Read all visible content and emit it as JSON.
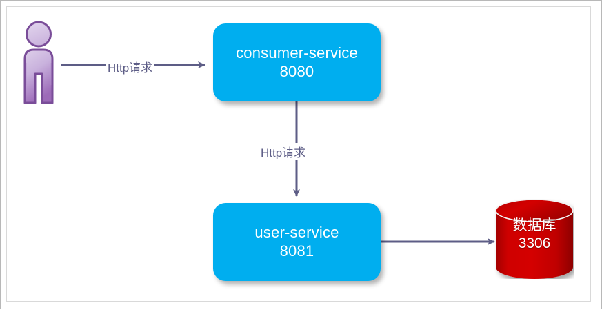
{
  "diagram": {
    "title": "microservice-call-flow",
    "background": "#ffffff",
    "frame_border_color": "#d9d9d9",
    "outer_border_color": "#b8b8b8",
    "accent_service_color": "#00aeef",
    "database_color": "#cc0000",
    "connector_color": "#5d5d86",
    "actor_color": "#8c5fa8"
  },
  "nodes": {
    "actor": {
      "name": "user-actor",
      "icon": "person-icon",
      "label": ""
    },
    "consumer_service": {
      "name": "consumer-service",
      "line1": "consumer-service",
      "line2": "8080",
      "port": "8080",
      "color": "#00aeef"
    },
    "user_service": {
      "name": "user-service",
      "line1": "user-service",
      "line2": "8081",
      "port": "8081",
      "color": "#00aeef"
    },
    "database": {
      "name": "database",
      "line1": "数据库",
      "line2": "3306",
      "port": "3306",
      "color": "#cc0000"
    }
  },
  "edges": [
    {
      "id": "actor-to-consumer",
      "from": "actor",
      "to": "consumer_service",
      "label": "Http请求",
      "direction": "right"
    },
    {
      "id": "consumer-to-user",
      "from": "consumer_service",
      "to": "user_service",
      "label": "Http请求",
      "direction": "down"
    },
    {
      "id": "user-to-database",
      "from": "user_service",
      "to": "database",
      "label": "",
      "direction": "right"
    }
  ]
}
